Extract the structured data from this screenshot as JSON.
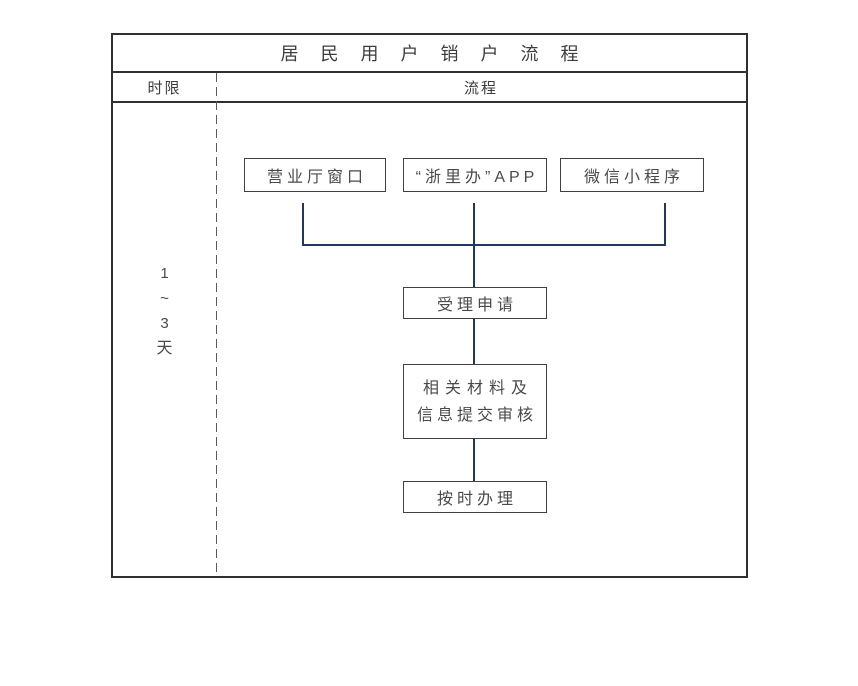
{
  "table": {
    "title": "居民用户销户流程",
    "header": {
      "time_col": "时限",
      "flow_col": "流程"
    }
  },
  "time_limit": {
    "line1": "1",
    "line2": "~",
    "line3": "3",
    "line4": "天"
  },
  "flow": {
    "channels": [
      {
        "label": "营业厅窗口"
      },
      {
        "label": "“浙里办”APP"
      },
      {
        "label": "微信小程序"
      }
    ],
    "steps": [
      {
        "label": "受理申请"
      },
      {
        "label_line1": "相关材料及",
        "label_line2": "信息提交审核"
      },
      {
        "label": "按时办理"
      }
    ]
  },
  "colors": {
    "connector": "#1F3864",
    "border_dark": "#303030",
    "box_border": "#404040",
    "text_dark": "#3d3d3d",
    "text_gray": "#4a4a4a"
  }
}
